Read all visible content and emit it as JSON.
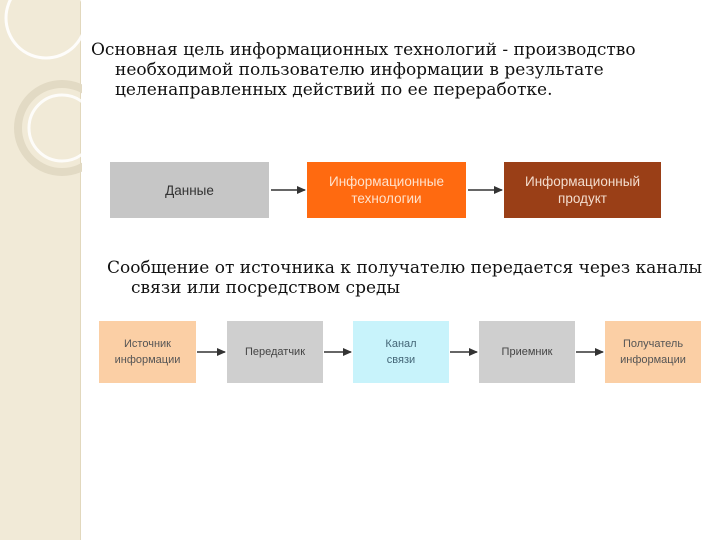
{
  "paragraphs": {
    "p1": "Основная цель информационных технологий  - производство необходимой пользователю информации в результате целенаправленных действий по ее переработке.",
    "p2": "Сообщение от источника к получателю передается через каналы связи или посредством среды"
  },
  "diagram1": {
    "boxes": [
      {
        "label": "Данные",
        "fill": "#c6c6c6",
        "text_color": "#333333"
      },
      {
        "label": "Информационные\nтехнологии",
        "fill": "#ff6a10",
        "text_color": "#ffe2cc"
      },
      {
        "label": "Информационный\nпродукт",
        "fill": "#9a3f17",
        "text_color": "#f3dccd"
      }
    ]
  },
  "diagram2": {
    "boxes": [
      {
        "label": "Источник\nинформации",
        "fill": "#fbcfa5",
        "text_color": "#555555"
      },
      {
        "label": "Передатчик",
        "fill": "#cfcfcf",
        "text_color": "#444444"
      },
      {
        "label": "Канал\nсвязи",
        "fill": "#c8f3fb",
        "text_color": "#446677"
      },
      {
        "label": "Приемник",
        "fill": "#cfcfcf",
        "text_color": "#444444"
      },
      {
        "label": "Получатель\nинформации",
        "fill": "#fbcfa5",
        "text_color": "#555555"
      }
    ]
  },
  "colors": {
    "band": "#f1ead7",
    "arrow": "#333333"
  }
}
